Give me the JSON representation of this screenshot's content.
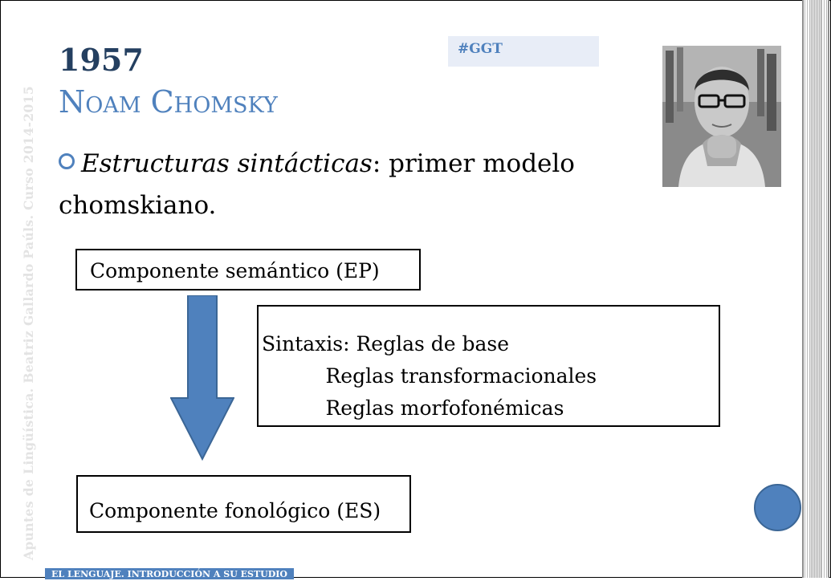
{
  "side_text": "Apuntes de Lingüística. Beatriz Gallardo Paúls. Curso 2014-2015",
  "title": {
    "year": "1957",
    "subtitle": "Noam Chomsky"
  },
  "tag": "#GGT",
  "bullet": {
    "italic": "Estructuras sintácticas",
    "rest": ": primer modelo chomskiano."
  },
  "diagram": {
    "semantic": "Componente semántico (EP)",
    "syntax_lines": [
      "Sintaxis: Reglas de base",
      "          Reglas transformacionales",
      "          Reglas morfofonémicas"
    ],
    "phonological": "Componente fonológico (ES)"
  },
  "footer": "EL LENGUAJE. INTRODUCCIÓN A SU ESTUDIO",
  "colors": {
    "accent": "#4f81bd",
    "title_dark": "#243f60",
    "tag_bg": "#e8edf7"
  },
  "icons": {
    "bullet": "ring-bullet-icon",
    "arrow": "down-arrow-icon"
  }
}
